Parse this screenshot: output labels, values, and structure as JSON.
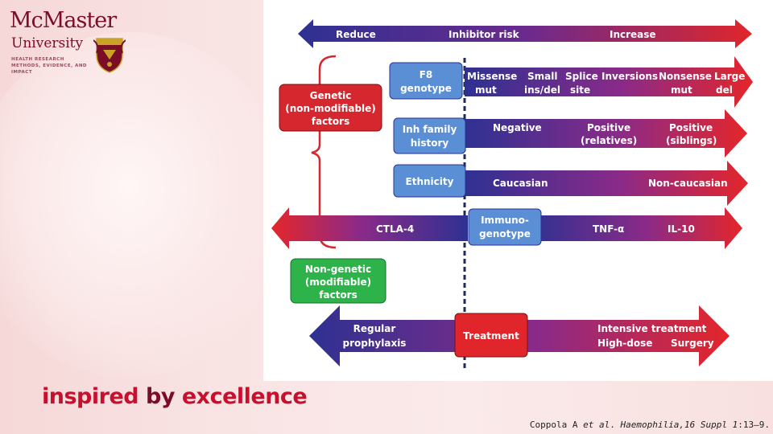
{
  "brand": {
    "university_line1": "McMaster",
    "university_line2": "University",
    "department": "HEALTH RESEARCH METHODS, EVIDENCE, AND IMPACT",
    "slogan_part1": "inspired",
    "slogan_part2": "by",
    "slogan_part3": "excellence",
    "colors": {
      "maroon": "#7a0d28",
      "red": "#c8102e",
      "gold": "#c9a227"
    }
  },
  "diagram": {
    "top_arrow": {
      "left": "Reduce",
      "center": "Inhibitor risk",
      "right": "Increase"
    },
    "genetic_box": {
      "line1": "Genetic",
      "line2": "(non-modifiable)",
      "line3": "factors"
    },
    "nongenetic_box": {
      "line1": "Non-genetic",
      "line2": "(modifiable)",
      "line3": "factors"
    },
    "f8": {
      "label_line1": "F8",
      "label_line2": "genotype",
      "items": [
        {
          "line1": "Missense",
          "line2": "mut"
        },
        {
          "line1": "Small",
          "line2": "ins/del"
        },
        {
          "line1": "Splice",
          "line2": "site"
        },
        {
          "line1": "Inversions",
          "line2": ""
        },
        {
          "line1": "Nonsense",
          "line2": "mut"
        },
        {
          "line1": "Large",
          "line2": "del"
        }
      ]
    },
    "inh_family": {
      "label_line1": "Inh family",
      "label_line2": "history",
      "negative": "Negative",
      "relatives_line1": "Positive",
      "relatives_line2": "(relatives)",
      "siblings_line1": "Positive",
      "siblings_line2": "(siblings)"
    },
    "ethnicity": {
      "label": "Ethnicity",
      "left": "Caucasian",
      "right": "Non-caucasian"
    },
    "immuno": {
      "label_line1": "Immuno-",
      "label_line2": "genotype",
      "left": "CTLA-4",
      "mid": "TNF-α",
      "right": "IL-10"
    },
    "treatment": {
      "label": "Treatment",
      "left_line1": "Regular",
      "left_line2": "prophylaxis",
      "right_line1": "Intensive treatment",
      "right_line2a": "High-dose",
      "right_line2b": "Surgery"
    },
    "colors": {
      "blue": "#2e3192",
      "purple": "#7b2a8c",
      "red": "#e0262b",
      "box_blue": "#5a8fd6",
      "box_green": "#2db34a",
      "box_red": "#d7272e"
    }
  },
  "citation": {
    "prefix": "Coppola A ",
    "etal": "et al",
    "mid": ". ",
    "journal": "Haemophilia",
    "suffix_italic": ",16 Suppl 1",
    "suffix": ":13–9."
  }
}
